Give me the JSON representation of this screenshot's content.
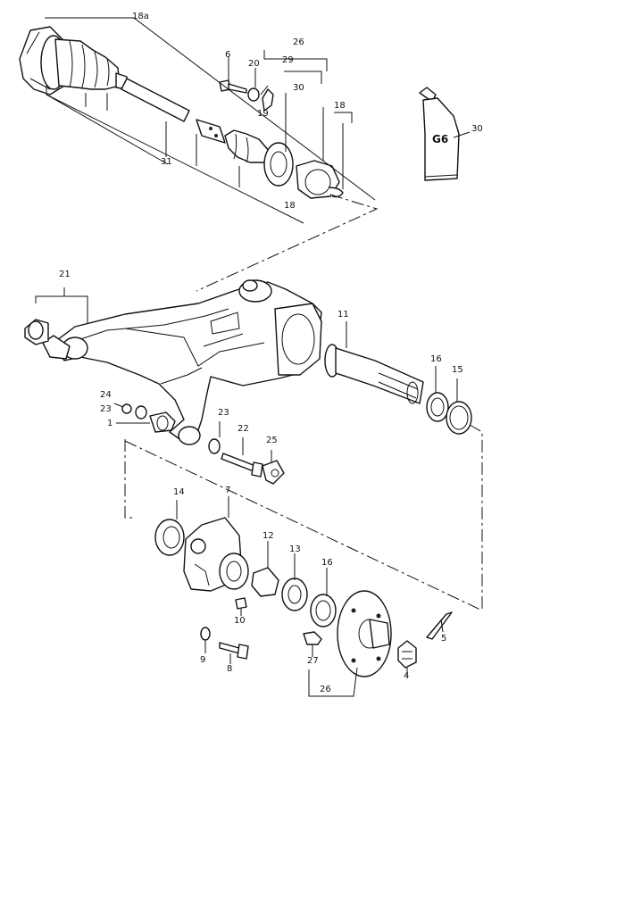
{
  "callouts": {
    "c18a": "18a",
    "c26_top": "26",
    "c29": "29",
    "c6": "6",
    "c20": "20",
    "c30_bracket": "30",
    "c19": "19",
    "c18_right": "18",
    "c18_bottom": "18",
    "c31": "31",
    "c30_tube": "30",
    "c21": "21",
    "c11": "11",
    "c16_upper": "16",
    "c15": "15",
    "c24": "24",
    "c23_left": "23",
    "c1": "1",
    "c23_right": "23",
    "c22": "22",
    "c25": "25",
    "c14": "14",
    "c7": "7",
    "c12": "12",
    "c13": "13",
    "c16_lower": "16",
    "c10": "10",
    "c9": "9",
    "c8": "8",
    "c27": "27",
    "c26_bottom": "26",
    "c4": "4",
    "c5": "5"
  },
  "tube_text": "G6"
}
